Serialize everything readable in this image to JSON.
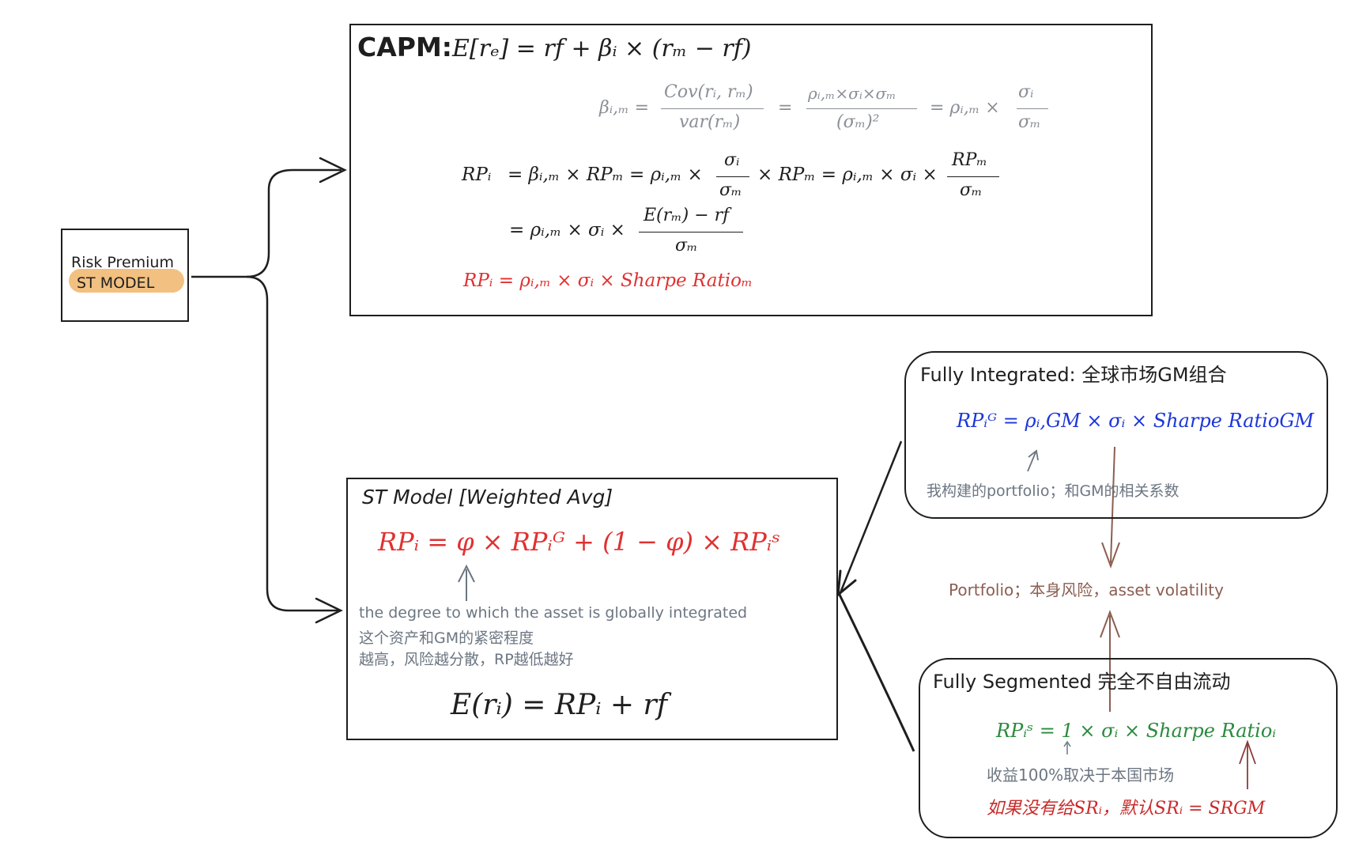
{
  "risk_box": {
    "title": "Risk Premium",
    "subtitle": "ST MODEL"
  },
  "capm": {
    "heading": "CAPM:",
    "main_formula": "E[rₑ] = rf + βᵢ × (rₘ − rf)",
    "beta_lhs": "βᵢ,ₘ =",
    "beta_frac1_num": "Cov(rᵢ, rₘ)",
    "beta_frac1_den": "var(rₘ)",
    "beta_eq2": "=",
    "beta_frac2_num": "ρᵢ,ₘ×σᵢ×σₘ",
    "beta_frac2_den": "(σₘ)²",
    "beta_eq3": "=  ρᵢ,ₘ ×",
    "beta_frac3_num": "σᵢ",
    "beta_frac3_den": "σₘ",
    "rp_lhs": "RPᵢ",
    "rp_seg1": "= βᵢ,ₘ × RPₘ = ρᵢ,ₘ ×",
    "rp_frac1_num": "σᵢ",
    "rp_frac1_den": "σₘ",
    "rp_seg2": "× RPₘ = ρᵢ,ₘ × σᵢ ×",
    "rp_frac2_num": "RPₘ",
    "rp_frac2_den": "σₘ",
    "rp_line2": "= ρᵢ,ₘ × σᵢ ×",
    "rp_frac3_num": "E(rₘ) − rf",
    "rp_frac3_den": "σₘ",
    "rp_result": "RPᵢ = ρᵢ,ₘ × σᵢ × Sharpe Ratioₘ"
  },
  "st_model": {
    "title": "ST Model   [Weighted Avg]",
    "formula": "RPᵢ = φ × RPᵢᴳ + (1 − φ) × RPᵢˢ",
    "note_line1": "the degree to which the asset is globally integrated",
    "note_line2": "这个资产和GM的紧密程度",
    "note_line3": "越高，风险越分散，RP越低越好",
    "expected_return": "E(rᵢ) = RPᵢ + rf"
  },
  "fully_integrated": {
    "title": "Fully Integrated: 全球市场GM组合",
    "formula": "RPᵢᴳ = ρᵢ,GM × σᵢ × Sharpe RatioGM",
    "note": "我构建的portfolio；和GM的相关系数"
  },
  "portfolio_note": "Portfolio；本身风险，asset volatility",
  "fully_segmented": {
    "title": "Fully Segmented 完全不自由流动",
    "formula": "RPᵢˢ = 1 × σᵢ × Sharpe Ratioᵢ",
    "note": "收益100%取决于本国市场",
    "default_note": "如果没有给SRᵢ，默认SRᵢ = SRGM"
  },
  "colors": {
    "stroke": "#1e1e1e",
    "red": "#e03131",
    "blue": "#1c36d9",
    "green": "#2b8a3e",
    "brown": "#8b5e51",
    "gray": "#8a8f96",
    "highlight": "#f0b56a"
  }
}
